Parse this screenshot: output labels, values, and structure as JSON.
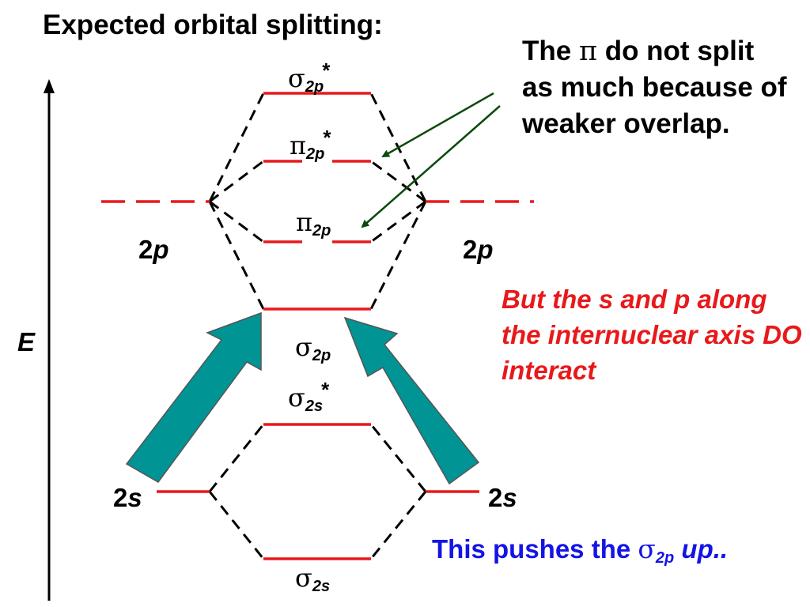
{
  "title": "Expected orbital splitting:",
  "axis_label": "E",
  "notes": {
    "pi_note_prefix": "The ",
    "pi_symbol": "π",
    "pi_note_suffix": " do not split as much because of weaker overlap.",
    "sp_note": "But the s and p along the internuclear axis DO interact",
    "push_prefix": "This pushes the ",
    "push_symbol": "σ",
    "push_sub": "2p",
    "push_suffix": " up.."
  },
  "atomic_orbitals": {
    "left_2p": {
      "num": "2",
      "letter": "p"
    },
    "right_2p": {
      "num": "2",
      "letter": "p"
    },
    "left_2s": {
      "num": "2",
      "letter": "s"
    },
    "right_2s": {
      "num": "2",
      "letter": "s"
    }
  },
  "molecular_orbitals": {
    "sigma_2p_star": {
      "symbol": "σ",
      "sub": "2p",
      "sup": "*"
    },
    "pi_2p_star": {
      "symbol": "π",
      "sub": "2p",
      "sup": "*"
    },
    "pi_2p": {
      "symbol": "π",
      "sub": "2p"
    },
    "sigma_2p": {
      "symbol": "σ",
      "sub": "2p"
    },
    "sigma_2s_star": {
      "symbol": "σ",
      "sub": "2s",
      "sup": "*"
    },
    "sigma_2s": {
      "symbol": "σ",
      "sub": "2s"
    }
  },
  "colors": {
    "level": "#e8191b",
    "note_red": "#e8191b",
    "note_blue": "#1414e6",
    "arrow_teal": "#009494",
    "pointer_green": "#0b4a0b"
  }
}
